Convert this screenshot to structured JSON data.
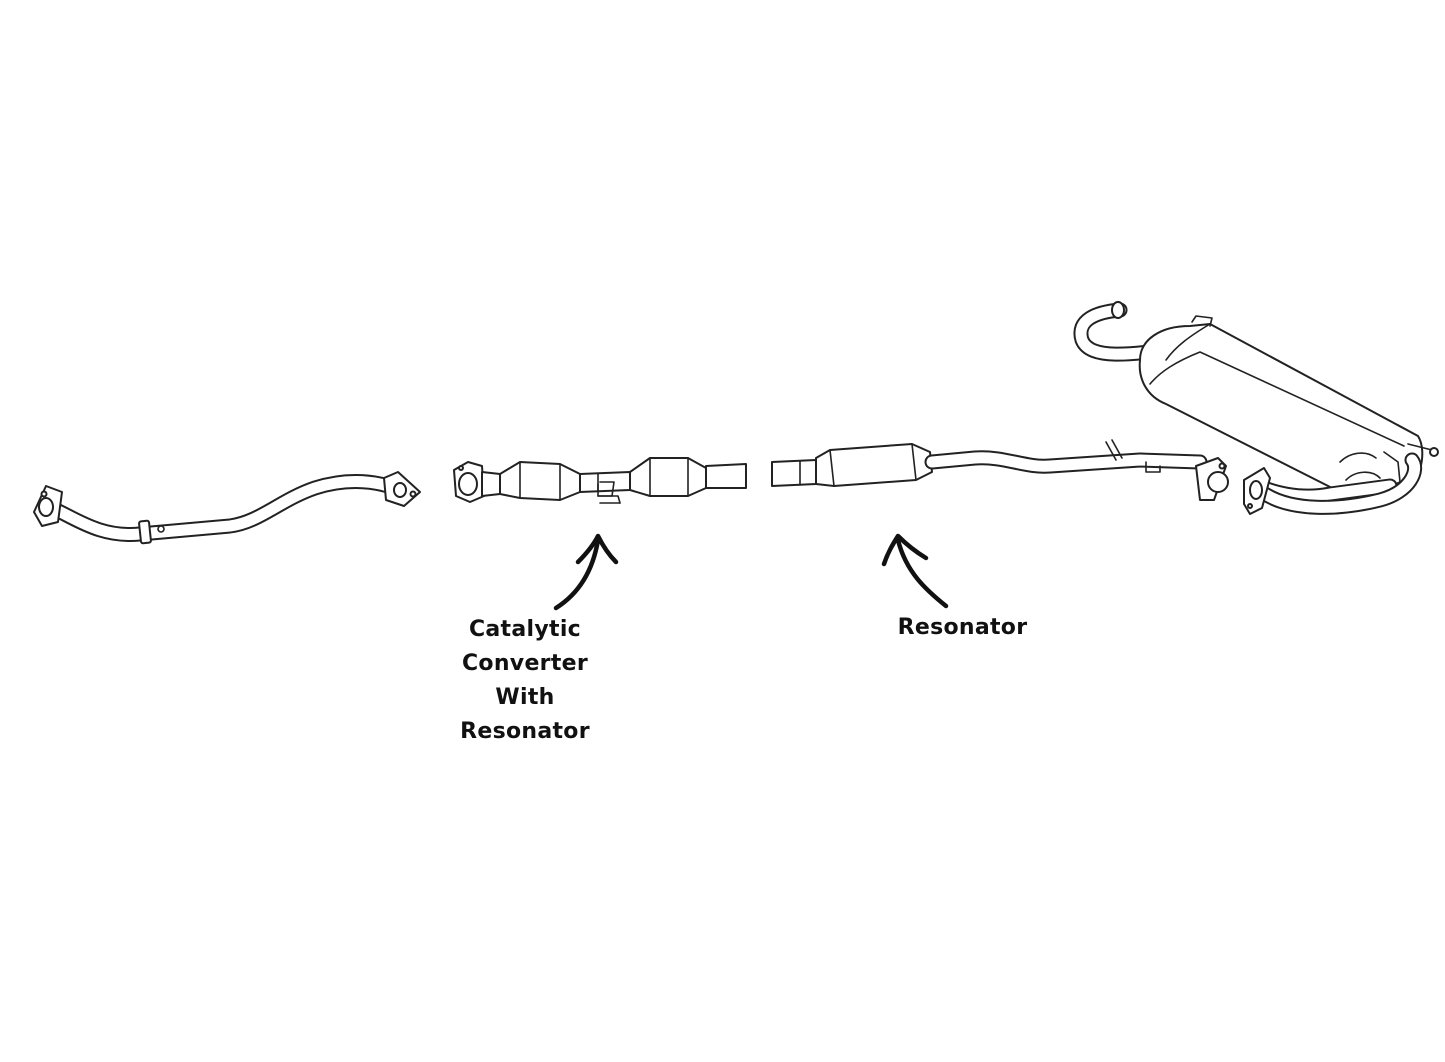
{
  "labels": {
    "catalytic_converter": [
      "Catalytic",
      "Converter",
      "With",
      "Resonator"
    ],
    "resonator": "Resonator"
  },
  "colors": {
    "line": "#222222",
    "text": "#111111",
    "background": "#ffffff"
  }
}
